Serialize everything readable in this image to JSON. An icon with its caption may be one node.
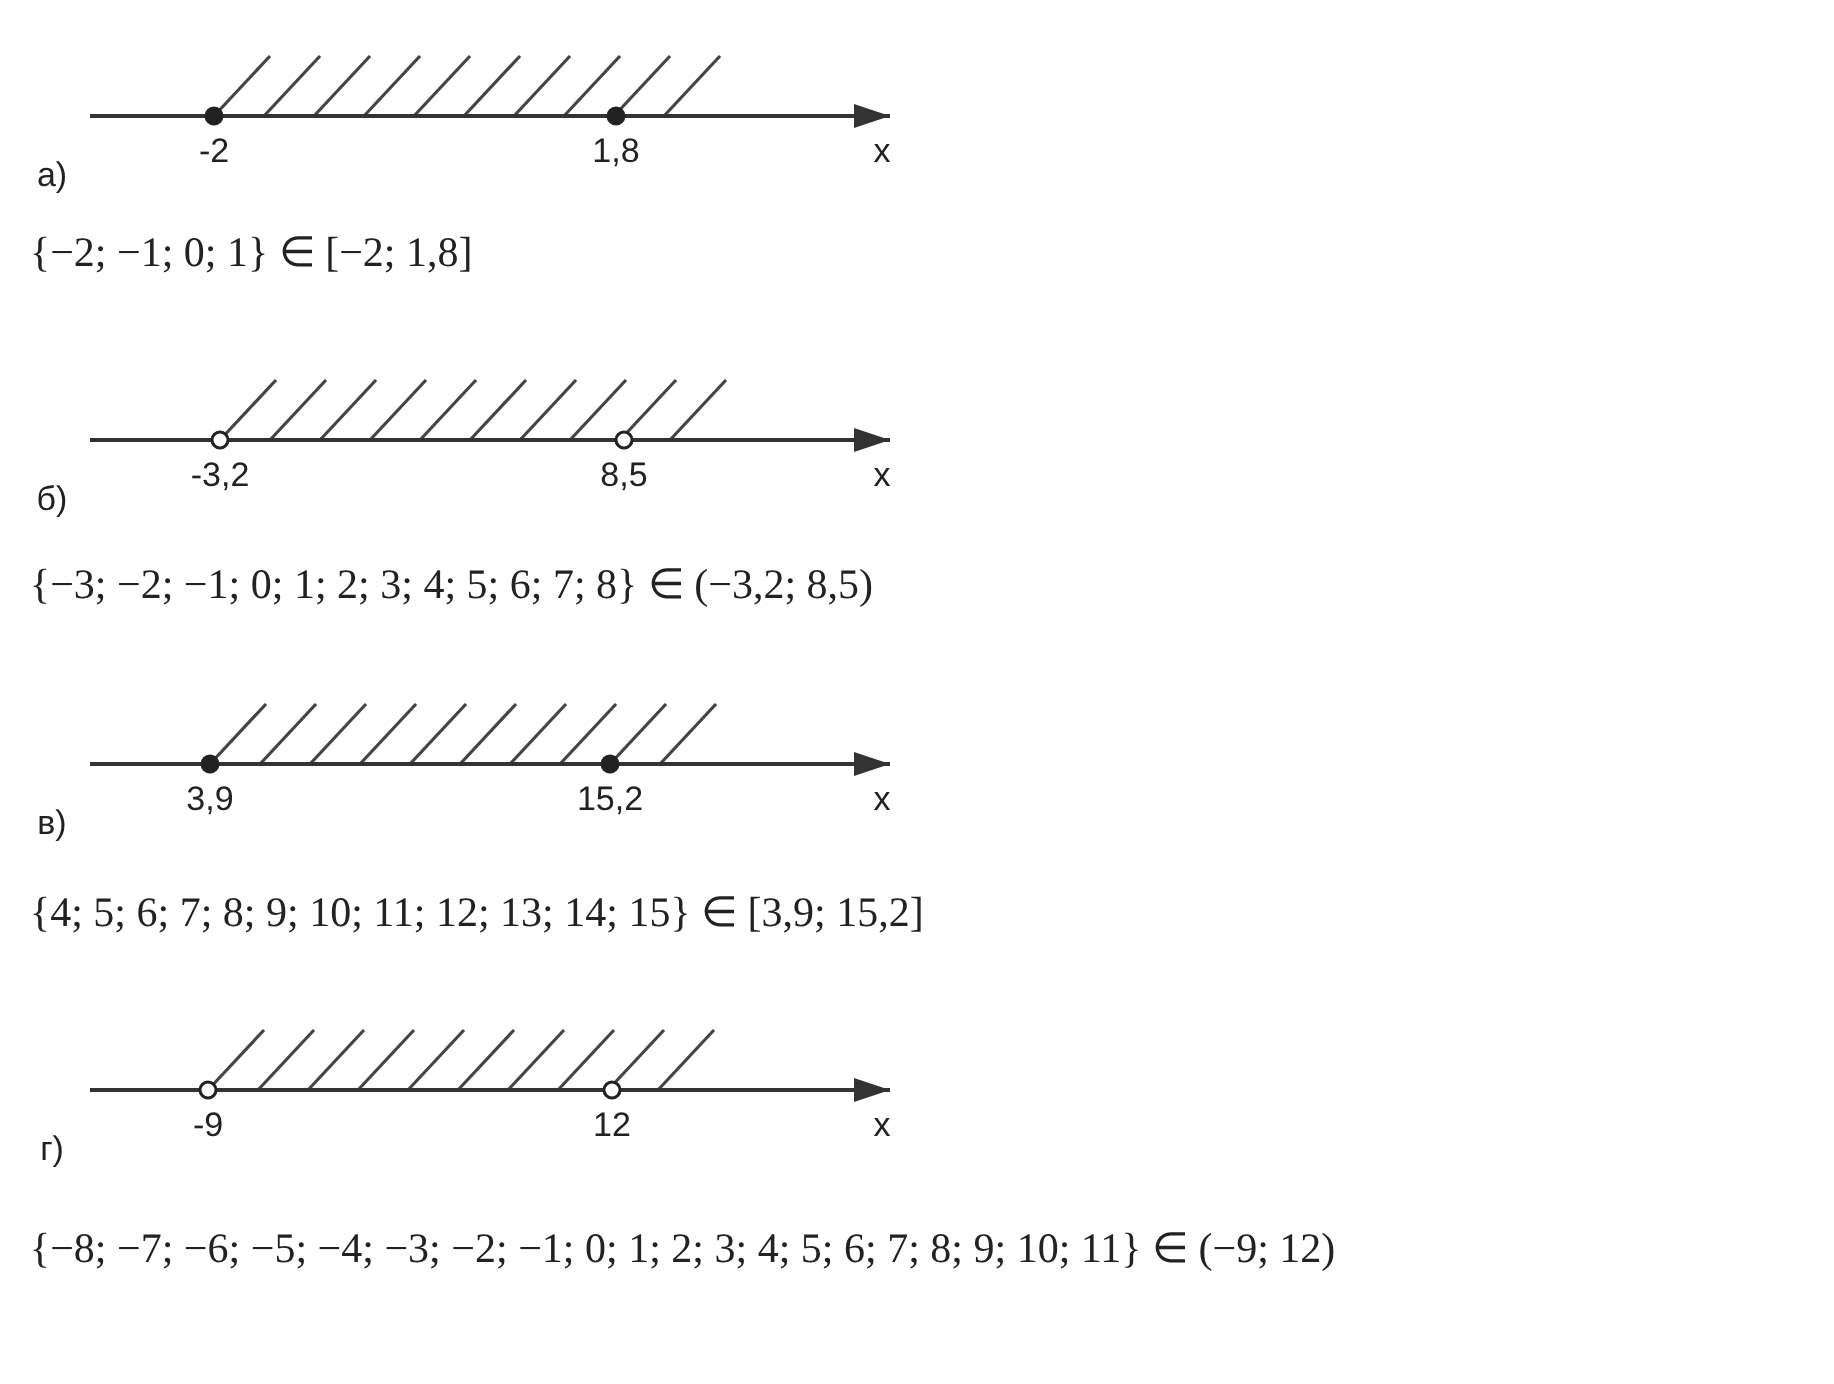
{
  "diagram": {
    "labels": [
      "-2",
      "1,8",
      "x",
      "а)",
      "{−2; −1; 0; 1} ∈ [−2; 1,8]",
      "-3,2",
      "8,5",
      "x",
      "б)",
      "{−3; −2; −1; 0; 1; 2; 3; 4; 5; 6; 7; 8} ∈ (−3,2; 8,5)",
      "3,9",
      "15,2",
      "x",
      "в)",
      "{4; 5; 6; 7; 8; 9; 10; 11; 12; 13; 14; 15} ∈ [3,9; 15,2]",
      "-9",
      "12",
      "x",
      "г)",
      "{−8; −7; −6; −5; −4; −3; −2; −1; 0; 1; 2; 3; 4; 5; 6; 7; 8; 9; 10; 11} ∈ (−9; 12)"
    ]
  }
}
